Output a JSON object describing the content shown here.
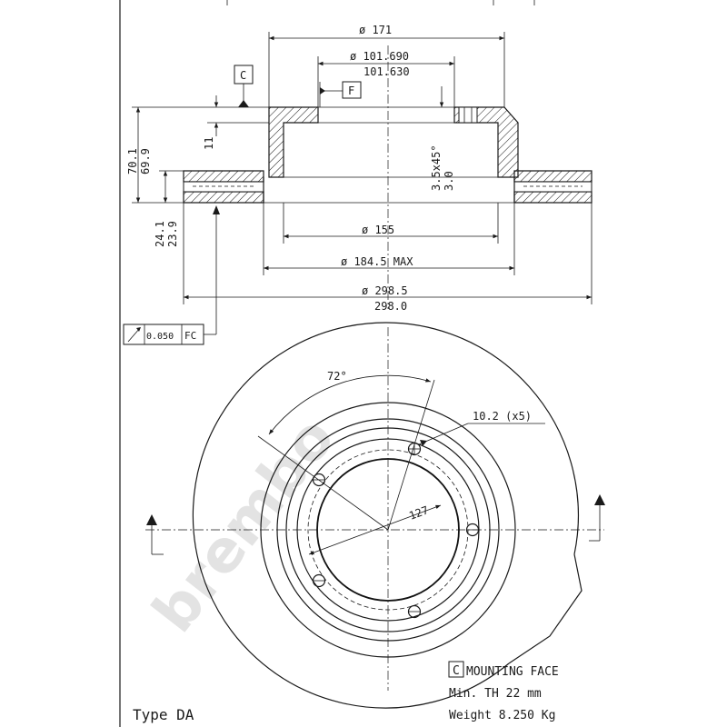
{
  "dimensions": {
    "d171": "ø 171",
    "d101_max": "ø 101.690",
    "d101_min": "101.630",
    "d155": "ø 155",
    "d184": "ø 184.5 MAX",
    "d298_max": "ø 298.5",
    "d298_min": "298.0",
    "h70": "70.1",
    "h69": "69.9",
    "h24": "24.1",
    "h23": "23.9",
    "h11": "11",
    "chamfer": "3.5x45°",
    "chamfer2": "3.0",
    "angle": "72°",
    "holes": "10.2 (x5)",
    "pcd": "127"
  },
  "datums": {
    "c": "C",
    "f": "F"
  },
  "tolerance": {
    "value": "0.050",
    "ref": "FC"
  },
  "notes": {
    "mounting_letter": "C",
    "mounting_face": "MOUNTING FACE",
    "min_th": "Min. TH  22  mm",
    "weight": "Weight 8.250 Kg",
    "type": "Type DA"
  },
  "watermark": "brembo"
}
